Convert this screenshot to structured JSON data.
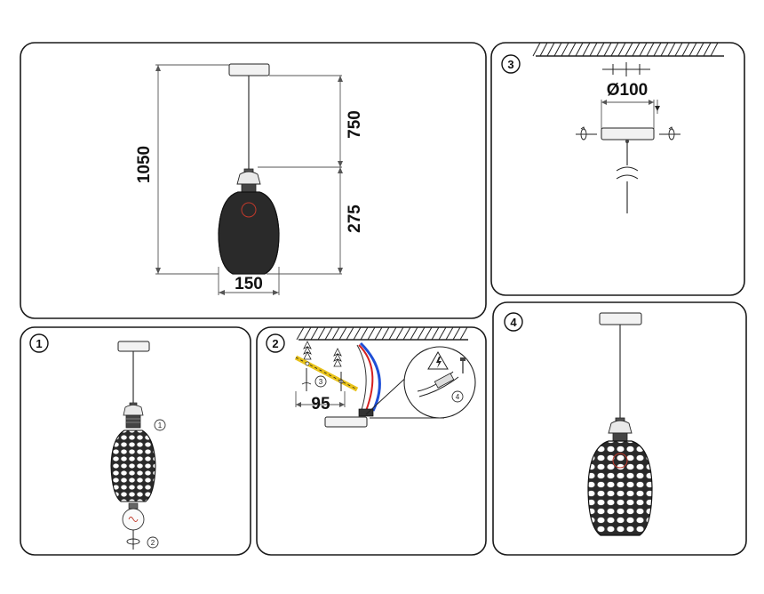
{
  "dimensions": {
    "total_height": "1050",
    "cord_length": "750",
    "shade_height": "275",
    "shade_width": "150",
    "canopy_diameter": "Ø100",
    "mount_spacing": "95"
  },
  "steps": {
    "panel_3": "3",
    "panel_1": "1",
    "panel_2": "2",
    "panel_4": "4"
  },
  "callouts": {
    "p1_socket": "1",
    "p1_bulb": "2",
    "p2_screw": "3",
    "p2_wiring": "4"
  },
  "colors": {
    "wire_blue": "#1f4fd6",
    "wire_red": "#d62020",
    "cable_yellow": "#e8c21a",
    "shade": "#2a2a2a"
  },
  "icons": [
    "high-voltage-warning-icon",
    "wall-anchor-icon",
    "screw-icon",
    "rotate-arrow-icon"
  ]
}
